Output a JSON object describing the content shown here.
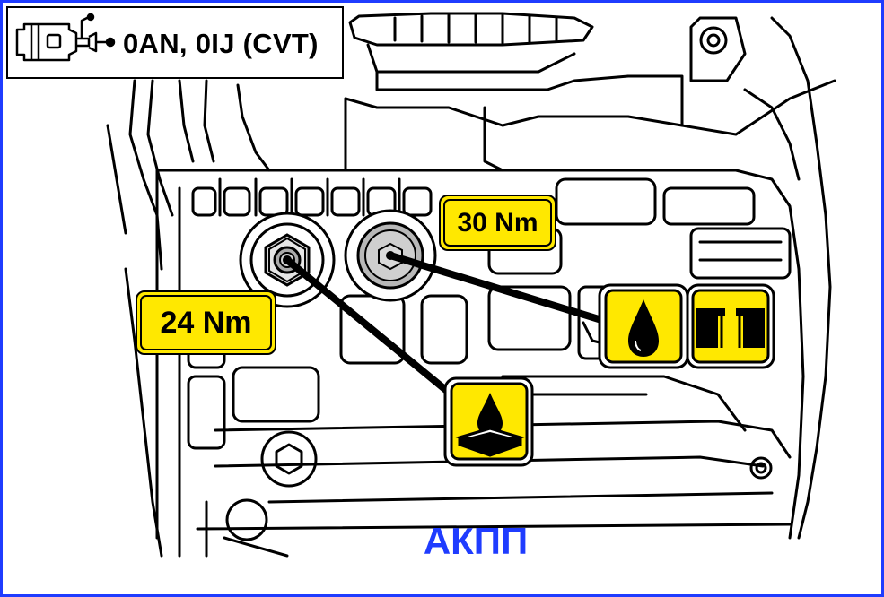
{
  "header": {
    "model_codes": "0AN, 0IJ (CVT)"
  },
  "torque_labels": {
    "check_plug": "30 Nm",
    "drain_plug": "24 Nm"
  },
  "caption": "АКПП",
  "icons": {
    "header": "gearbox-icon",
    "check_plug_symbols": [
      "oil-drop-icon",
      "fill-level-icon"
    ],
    "drain_plug_symbol": "oil-pan-drain-icon"
  },
  "colors": {
    "frame": "#1f3cff",
    "caption": "#1f3cff",
    "tag_fill": "#ffe800",
    "outline": "#000000"
  }
}
